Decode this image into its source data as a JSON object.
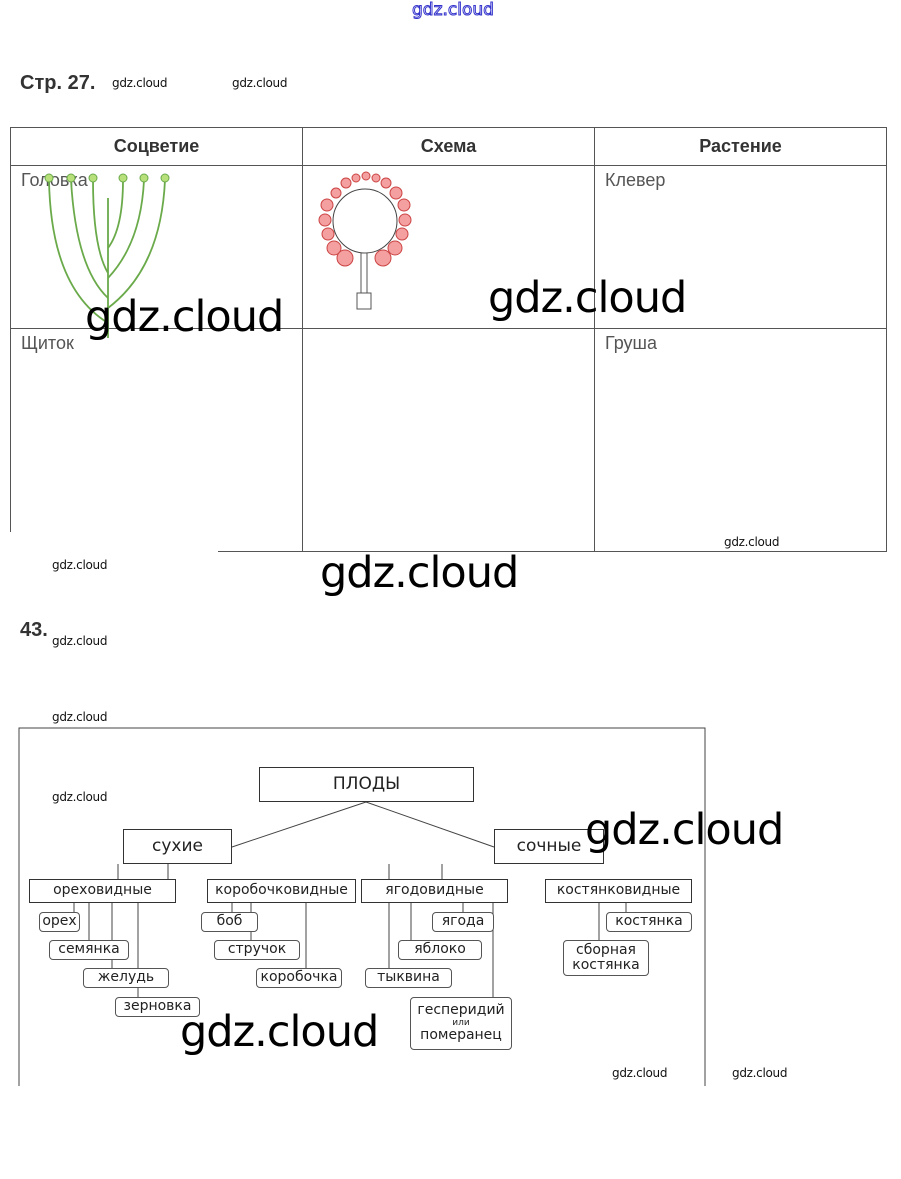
{
  "watermark": "gdz.cloud",
  "page_heading": "Стр. 27.",
  "table": {
    "headers": [
      "Соцветие",
      "Схема",
      "Растение"
    ],
    "rows": [
      {
        "inflorescence": "Головка",
        "scheme": "head-scheme-icon",
        "plant": "Клевер"
      },
      {
        "inflorescence": "Щиток",
        "scheme": "corymb-scheme-icon",
        "plant": "Груша"
      }
    ]
  },
  "task_number": "43.",
  "diagram": {
    "root": "ПЛОДЫ",
    "groups": [
      "сухие",
      "сочные"
    ],
    "categories": [
      "ореховидные",
      "коробочковидные",
      "ягодовидные",
      "костянковидные"
    ],
    "nut_like": [
      "орех",
      "семянка",
      "желудь",
      "зерновка"
    ],
    "capsule_like": [
      "боб",
      "стручок",
      "коробочка"
    ],
    "berry_like": [
      "ягода",
      "яблоко",
      "тыквина",
      "гесперидий",
      "или",
      "померанец"
    ],
    "drupe_like": [
      "костянка",
      "сборная",
      "костянка"
    ]
  }
}
